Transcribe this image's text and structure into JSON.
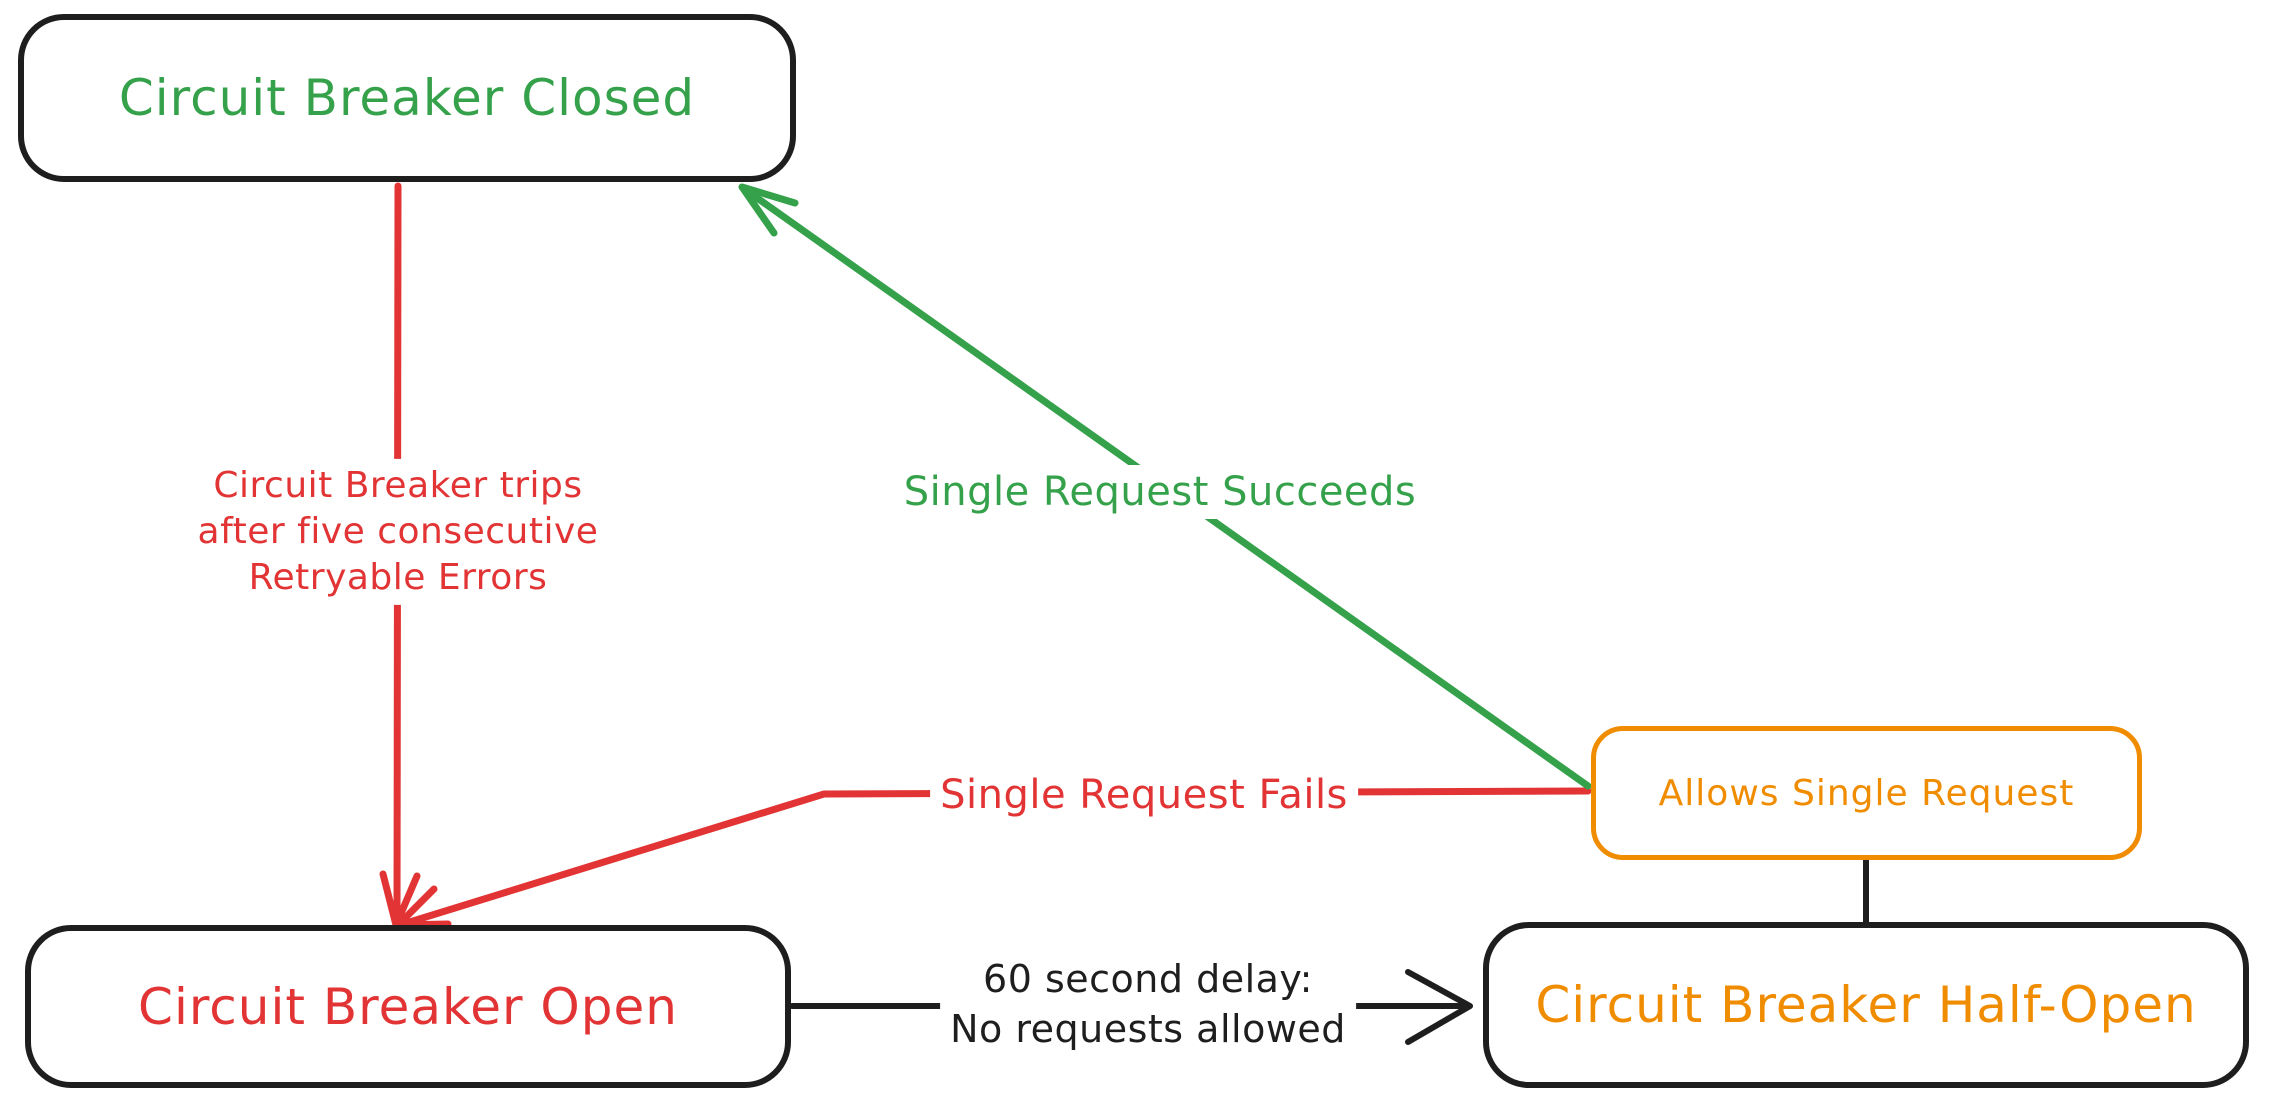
{
  "colors": {
    "green": "#35a24b",
    "red": "#e23434",
    "orange": "#f08c00",
    "ink": "#1e1e1e",
    "background": "#ffffff"
  },
  "nodes": {
    "closed": {
      "label": "Circuit Breaker Closed"
    },
    "open": {
      "label": "Circuit Breaker Open"
    },
    "half_open": {
      "label": "Circuit Breaker Half-Open"
    },
    "allows": {
      "label": "Allows Single Request"
    }
  },
  "edges": {
    "trip": {
      "from": "closed",
      "to": "open",
      "label_lines": [
        "Circuit Breaker trips",
        "after five consecutive",
        "Retryable Errors"
      ]
    },
    "succeed": {
      "from": "allows",
      "to": "closed",
      "label": "Single Request Succeeds"
    },
    "fail": {
      "from": "allows",
      "to": "open",
      "label": "Single Request Fails"
    },
    "delay": {
      "from": "open",
      "to": "half_open",
      "label_lines": [
        "60 second delay:",
        "No requests allowed"
      ]
    },
    "allows_connector": {
      "from": "allows",
      "to": "half_open"
    }
  }
}
